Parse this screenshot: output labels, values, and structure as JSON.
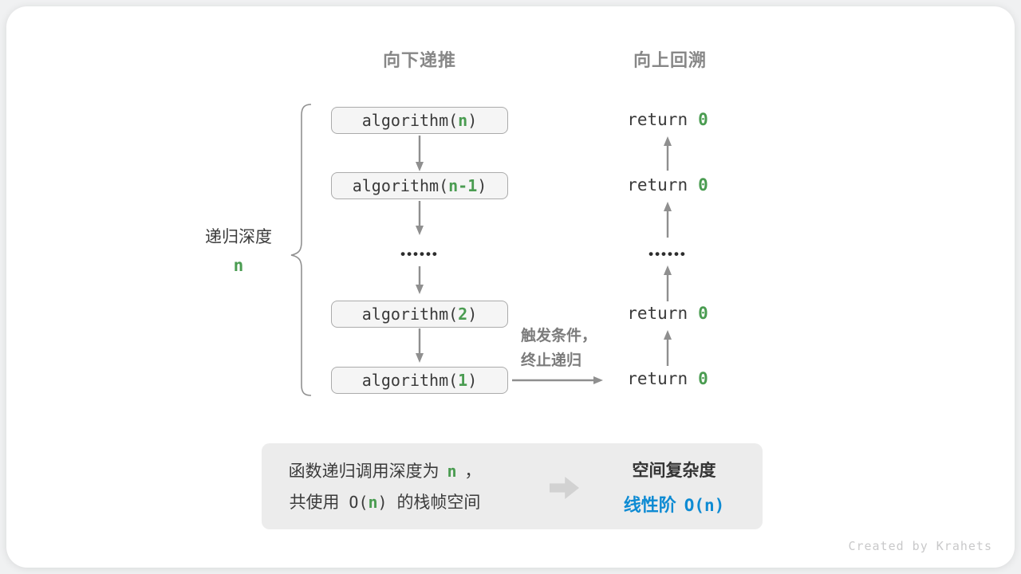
{
  "headers": {
    "down": "向下递推",
    "up": "向上回溯"
  },
  "depth_label": {
    "text": "递归深度",
    "var": "n"
  },
  "calls": [
    {
      "prefix": "algorithm(",
      "arg": "n",
      "suffix": ")"
    },
    {
      "prefix": "algorithm(",
      "arg": "n-1",
      "suffix": ")"
    },
    {
      "prefix": "algorithm(",
      "arg": "2",
      "suffix": ")"
    },
    {
      "prefix": "algorithm(",
      "arg": "1",
      "suffix": ")"
    }
  ],
  "ellipsis": "••••••",
  "returns": [
    {
      "keyword": "return",
      "value": "0"
    },
    {
      "keyword": "return",
      "value": "0"
    },
    {
      "keyword": "return",
      "value": "0"
    },
    {
      "keyword": "return",
      "value": "0"
    }
  ],
  "base_case_note": {
    "line1": "触发条件，",
    "line2": "终止递归"
  },
  "summary": {
    "left": {
      "line1_prefix": "函数递归调用深度为",
      "line1_var": "n",
      "line1_suffix": "，",
      "line2_prefix": "共使用",
      "line2_open": "O(",
      "line2_var": "n",
      "line2_close": ")",
      "line2_suffix": "的栈帧空间"
    },
    "right": {
      "title": "空间复杂度",
      "result_label": "线性阶",
      "result_open": "O(",
      "result_var": "n",
      "result_close": ")"
    }
  },
  "watermark": "Created by Krahets",
  "colors": {
    "green": "#4a9c51",
    "blue": "#0e8bd3",
    "arrow_gray": "#8f8f8f",
    "box_fill": "#f5f5f5",
    "box_border": "#ababab",
    "summary_fill": "#ececec"
  }
}
